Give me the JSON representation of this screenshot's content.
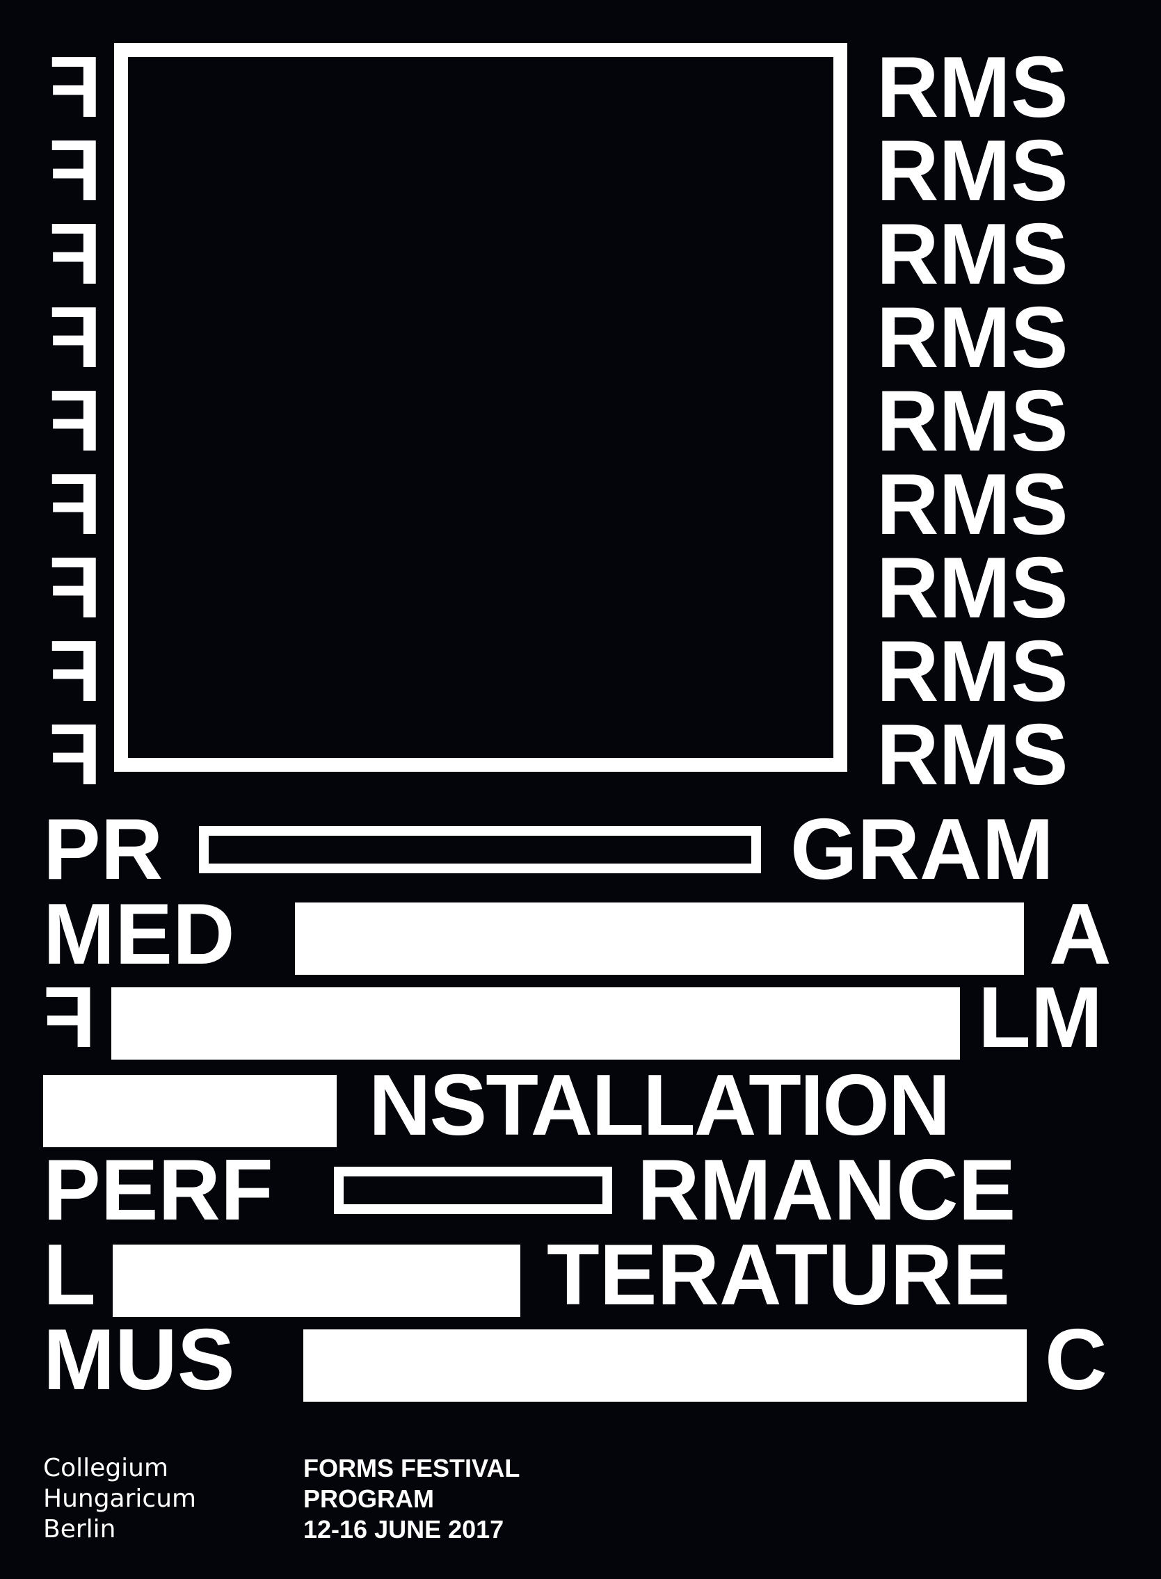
{
  "stack": {
    "left_letter": "F",
    "right_text": "RMS",
    "rows": 9
  },
  "rows": {
    "program": {
      "pre": "PR",
      "post": "GRAM"
    },
    "media": {
      "pre": "MED",
      "post": "A"
    },
    "film": {
      "pre": "F",
      "post": "LM"
    },
    "installation": {
      "post": "NSTALLATION"
    },
    "performance": {
      "pre": "PERF",
      "post": "RMANCE"
    },
    "literature": {
      "pre": "L",
      "post": "TERATURE"
    },
    "music": {
      "pre": "MUS",
      "post": "C"
    }
  },
  "footer": {
    "org_line1": "Collegium",
    "org_line2": "Hungaricum",
    "org_line3": "Berlin",
    "title_line1": "FORMS FESTIVAL",
    "title_line2": "PROGRAM",
    "title_line3": "12-16 JUNE 2017"
  },
  "colors": {
    "background": "#03050a",
    "foreground": "#ffffff"
  }
}
